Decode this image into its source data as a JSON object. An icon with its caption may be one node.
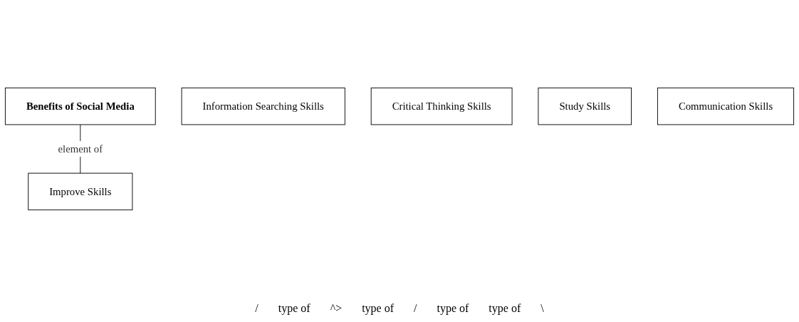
{
  "diagram": {
    "nodes": [
      {
        "text": [
          "Benefits of Social Media"
        ]
      },
      {
        "text": [
          "Improve Skills"
        ]
      },
      {
        "text": [
          "Information Searching Skills"
        ]
      },
      {
        "text": [
          "Critical Thinking Skills"
        ]
      },
      {
        "text": [
          "Study Skills"
        ]
      },
      {
        "text": [
          "Communication Skills"
        ]
      }
    ],
    "edges": [
      {
        "from": 0,
        "to": 1,
        "label": "element of",
        "arrow": "none"
      }
    ],
    "labels": [
      "/",
      "type of",
      "^>",
      "type of",
      "/",
      "type of",
      "type of",
      "\\"
    ]
  }
}
